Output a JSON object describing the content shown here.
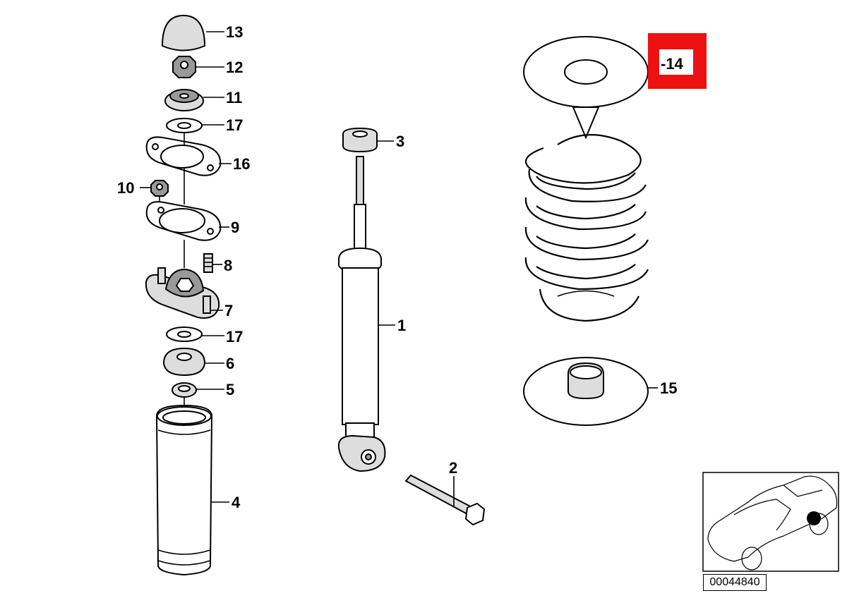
{
  "diagram": {
    "title": "Rear shock absorber and coil spring assembly",
    "highlight_color": "#ee1111",
    "highlighted_part": "14",
    "labels": {
      "p13": "13",
      "p12": "12",
      "p11": "11",
      "p17a": "17",
      "p16": "16",
      "p10": "10",
      "p9": "9",
      "p8": "8",
      "p7": "7",
      "p17b": "17",
      "p6": "6",
      "p5": "5",
      "p4": "4",
      "p3": "3",
      "p1": "1",
      "p2": "2",
      "p14": "-14",
      "p15": "15"
    },
    "document_number": "00044840"
  }
}
